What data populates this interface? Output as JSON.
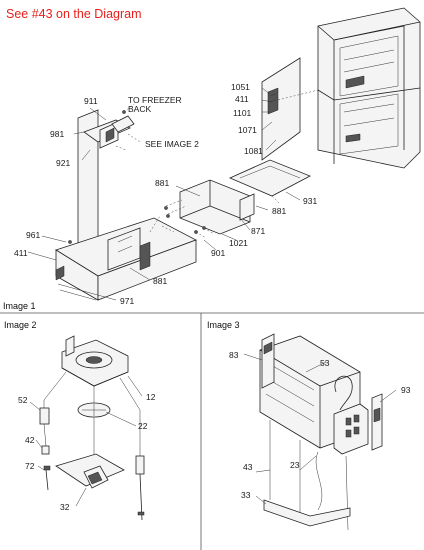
{
  "header": {
    "note": "See #43 on the Diagram",
    "color": "#e8201c"
  },
  "main_view": {
    "caption": "Image 1",
    "callouts": [
      "911",
      "TO FREEZER",
      "BACK",
      "981",
      "SEE IMAGE 2",
      "921",
      "1051",
      "411",
      "1101",
      "1071",
      "1081",
      "881",
      "931",
      "881",
      "871",
      "1021",
      "901",
      "961",
      "411",
      "881",
      "971"
    ]
  },
  "image2": {
    "caption": "Image 2",
    "callouts": [
      "12",
      "52",
      "22",
      "42",
      "72",
      "32"
    ]
  },
  "image3": {
    "caption": "Image 3",
    "callouts": [
      "83",
      "53",
      "93",
      "43",
      "23",
      "33"
    ]
  }
}
